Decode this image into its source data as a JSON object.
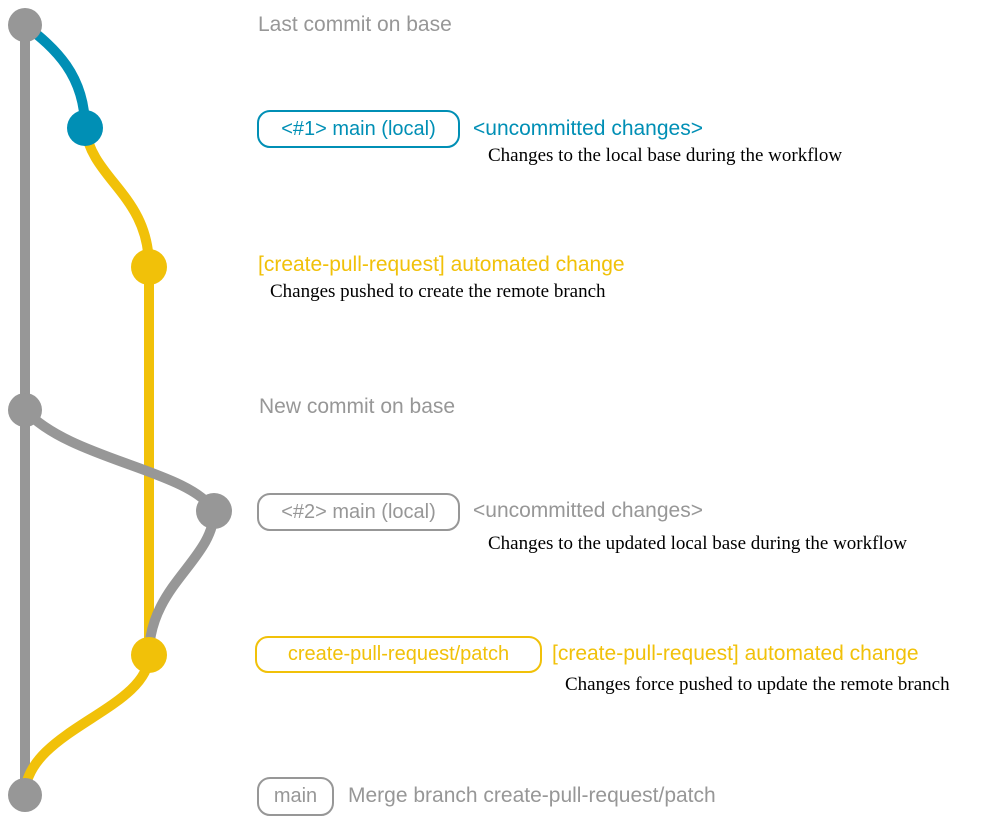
{
  "colors": {
    "gray": "#979797",
    "blue": "#008fb5",
    "yellow": "#f1c109",
    "description_text": "#000000"
  },
  "rows": {
    "last_commit": {
      "label": "Last commit on base"
    },
    "head1": {
      "branch_tag": "<#1> main (local)",
      "message": "<uncommitted changes>",
      "description": "Changes to the local base during the workflow"
    },
    "push1": {
      "message": "[create-pull-request] automated change",
      "description": "Changes pushed to create the remote branch"
    },
    "new_commit": {
      "label": "New commit on base"
    },
    "head2": {
      "branch_tag": "<#2> main (local)",
      "message": "<uncommitted changes>",
      "description": "Changes to the updated local base during the workflow"
    },
    "push2": {
      "branch_tag": "create-pull-request/patch",
      "message": "[create-pull-request] automated change",
      "description": "Changes force pushed to update the remote branch"
    },
    "merge": {
      "branch_tag": "main",
      "message": "Merge branch create-pull-request/patch"
    }
  }
}
